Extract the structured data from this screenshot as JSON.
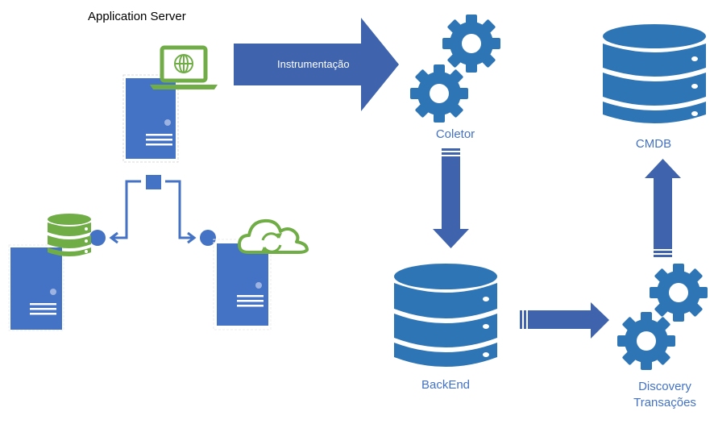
{
  "diagram": {
    "title": "Application Server",
    "colors": {
      "server_blue": "#4472c4",
      "arrow_blue": "#3f64ad",
      "icon_blue": "#2e75b6",
      "accent_green": "#70ad47",
      "label_blue": "#4472c4"
    },
    "nodes": {
      "app_server": {
        "icon": "server-icon",
        "overlay_icon": "laptop-globe-icon"
      },
      "db_server": {
        "icon": "server-icon",
        "overlay_icon": "database-icon"
      },
      "cloud_server": {
        "icon": "server-icon",
        "overlay_icon": "cloud-sync-icon"
      },
      "coletor": {
        "label": "Coletor",
        "icon": "gears-icon"
      },
      "backend": {
        "label": "BackEnd",
        "icon": "database-icon"
      },
      "discovery": {
        "label_line1": "Discovery",
        "label_line2": "Transações",
        "icon": "gears-icon"
      },
      "cmdb": {
        "label": "CMDB",
        "icon": "database-icon"
      }
    },
    "arrows": {
      "instrumentacao": {
        "label": "Instrumentação",
        "from": "app_server",
        "to": "coletor"
      },
      "coletor_to_backend": {
        "from": "coletor",
        "to": "backend"
      },
      "backend_to_discovery": {
        "from": "backend",
        "to": "discovery"
      },
      "discovery_to_cmdb": {
        "from": "discovery",
        "to": "cmdb"
      }
    }
  }
}
